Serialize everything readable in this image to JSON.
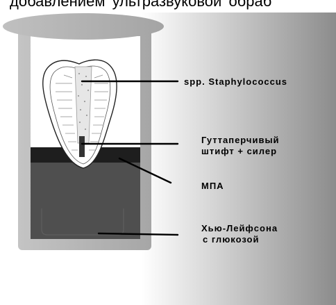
{
  "header": {
    "caption": "добавлением ультразвуковой обраб"
  },
  "labels": {
    "bacteria": "spp. Staphylococcus",
    "gutta_line1": "Гуттаперчивый",
    "gutta_line2": "штифт + силер",
    "mpa": "МПА",
    "broth_line1": "Хью-Лейфсона",
    "broth_line2": "с глюкозой"
  },
  "colors": {
    "background_left": "#ffffff",
    "background_right": "#8c8c8c",
    "tube_wall": "#b0b0b0",
    "agar_layer": "#1e1e1e",
    "broth": "#4f4f4f",
    "tooth": "#ffffff"
  }
}
